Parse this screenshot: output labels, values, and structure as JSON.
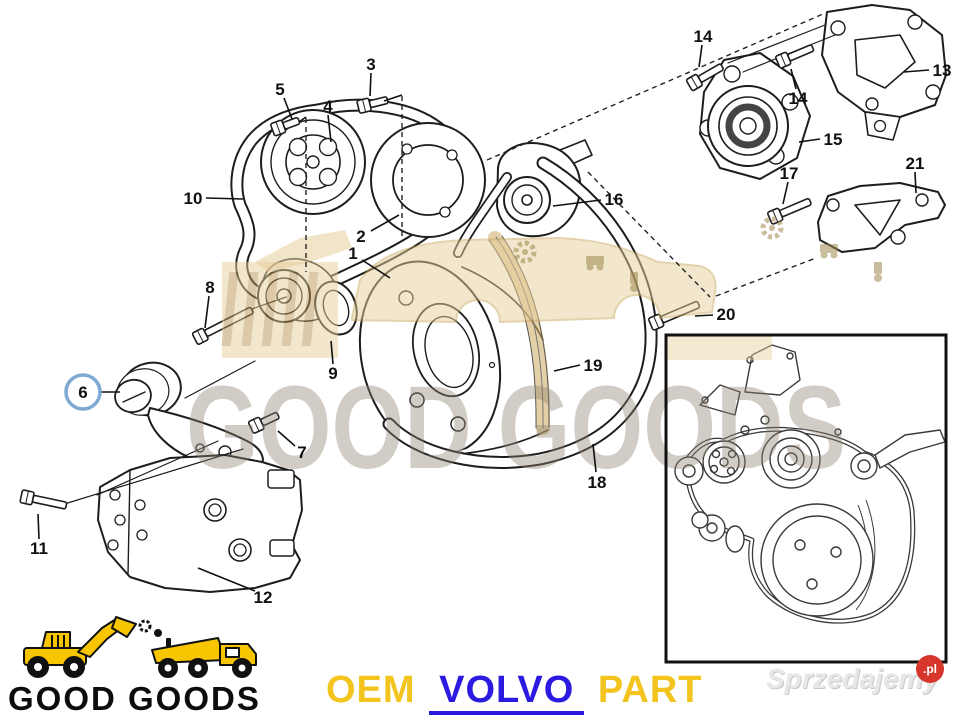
{
  "watermark": {
    "text": "GOOD GOODS"
  },
  "diagram": {
    "labels": {
      "n1": "1",
      "n2": "2",
      "n3": "3",
      "n4": "4",
      "n5": "5",
      "n6": "6",
      "n7": "7",
      "n8": "8",
      "n9": "9",
      "n10": "10",
      "n11": "11",
      "n12": "12",
      "n13": "13",
      "n14a": "14",
      "n14b": "14",
      "n15": "15",
      "n16": "16",
      "n17": "17",
      "n18": "18",
      "n19": "19",
      "n20": "20",
      "n21": "21"
    },
    "highlighted_label": "6"
  },
  "footer": {
    "logo_text": "GOOD GOODS",
    "oem_text": "OEM",
    "brand_text": "VOLVO",
    "part_text": "PART",
    "marketplace_text": "Sprzedajemy",
    "marketplace_tld": ".pl"
  },
  "colors": {
    "accent_yellow": "#F2C41D",
    "brand_blue": "#2B1BE0",
    "badge_red": "#D6362C",
    "highlight_ring_blue": "#7FA8D2",
    "watermark_tan": "#E7CE9A",
    "logo_vehicle_yellow": "#F7C600"
  }
}
